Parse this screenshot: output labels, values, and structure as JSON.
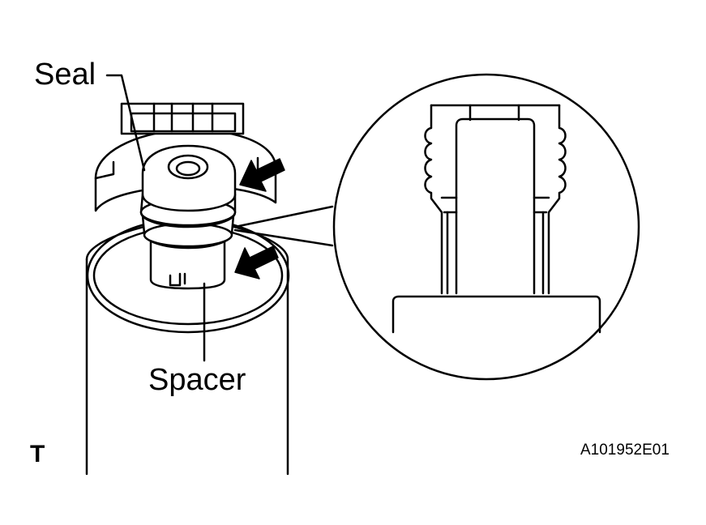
{
  "labels": {
    "seal": "Seal",
    "spacer": "Spacer",
    "section_letter": "T",
    "figure_id": "A101952E01"
  },
  "colors": {
    "line": "#000000",
    "background": "#ffffff"
  }
}
